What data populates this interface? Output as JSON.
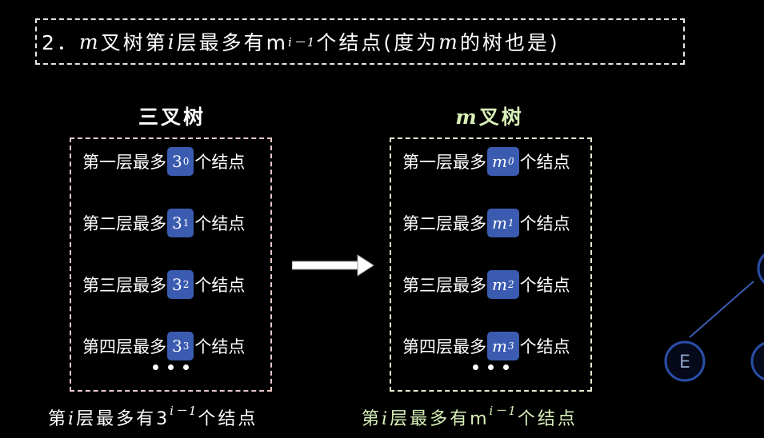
{
  "title": {
    "prefix": "2．",
    "var_m": "m",
    "part1": "叉树第",
    "var_i": "i",
    "part2": "层最多有m",
    "exponent": "i－1",
    "part3": "个结点(度为",
    "var_m2": "m",
    "part4": "的树也是)"
  },
  "left": {
    "heading": "三叉树",
    "rows": [
      {
        "label": "第一层最多",
        "base": "3",
        "exp": "0",
        "suffix": "个结点"
      },
      {
        "label": "第二层最多",
        "base": "3",
        "exp": "1",
        "suffix": "个结点"
      },
      {
        "label": "第三层最多",
        "base": "3",
        "exp": "2",
        "suffix": "个结点"
      },
      {
        "label": "第四层最多",
        "base": "3",
        "exp": "3",
        "suffix": "个结点"
      }
    ],
    "caption": {
      "pre": "第",
      "var": "i",
      "mid": "层最多有3",
      "exp": "i－1",
      "post": "个结点"
    }
  },
  "right": {
    "heading_var": "m",
    "heading": "叉树",
    "rows": [
      {
        "label": "第一层最多",
        "base": "m",
        "exp": "0",
        "suffix": "个结点"
      },
      {
        "label": "第二层最多",
        "base": "m",
        "exp": "1",
        "suffix": "个结点"
      },
      {
        "label": "第三层最多",
        "base": "m",
        "exp": "2",
        "suffix": "个结点"
      },
      {
        "label": "第四层最多",
        "base": "m",
        "exp": "3",
        "suffix": "个结点"
      }
    ],
    "caption": {
      "pre": "第",
      "var": "i",
      "mid": "层最多有m",
      "exp": "i－1",
      "post": "个结点"
    }
  },
  "tree_node_label": "E",
  "colors": {
    "chip": "#3a5bb0",
    "green_text": "#d8f0b8",
    "node": "#2a4fa8"
  }
}
